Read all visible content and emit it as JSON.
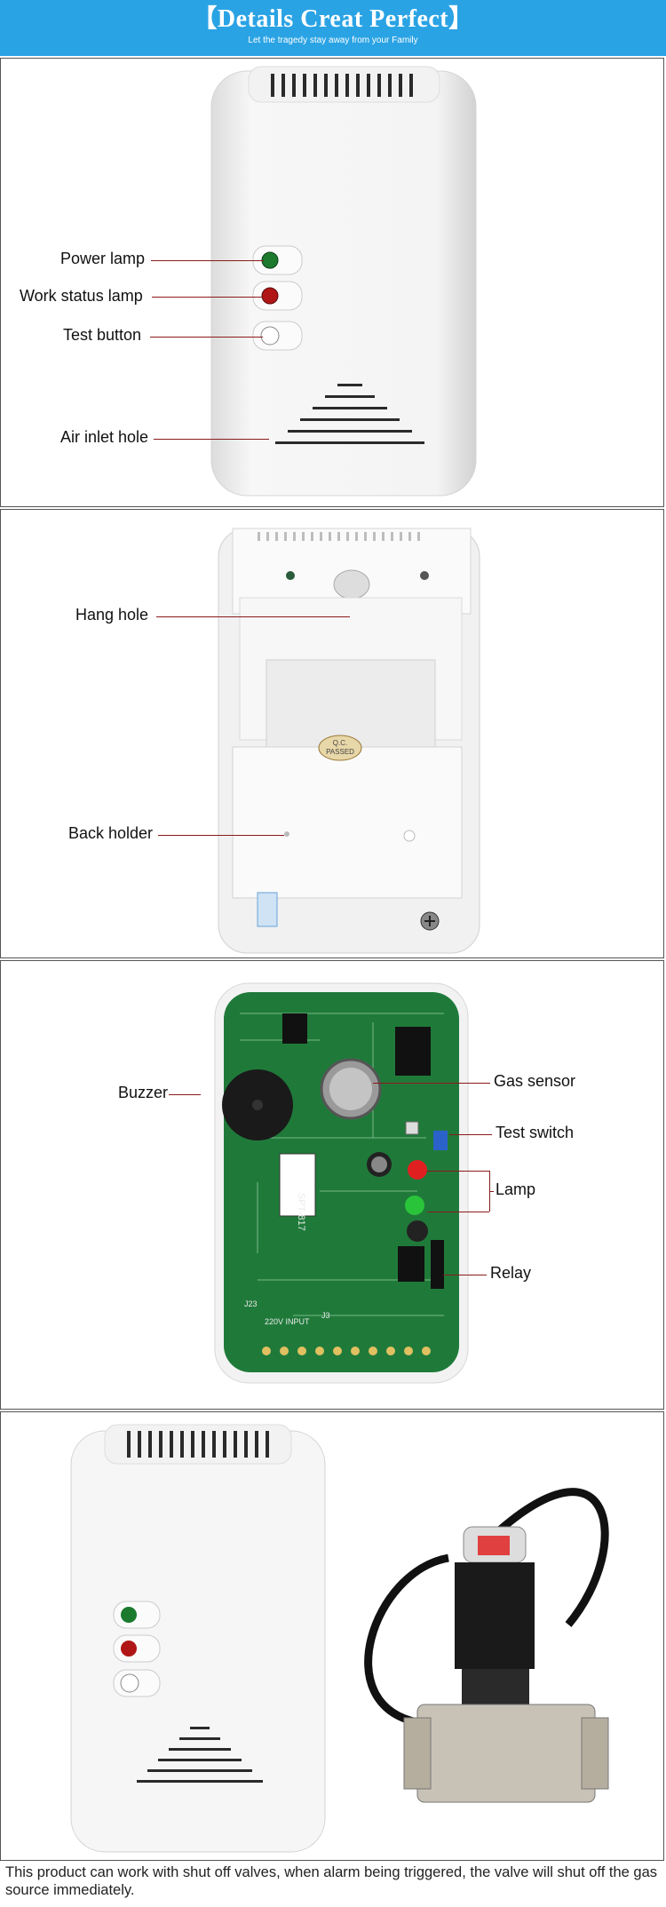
{
  "header": {
    "title": "【Details Creat Perfect】",
    "subtitle": "Let the tragedy stay away from your Family"
  },
  "panel1": {
    "power_lamp": "Power lamp",
    "work_status_lamp": "Work status lamp",
    "test_button": "Test button",
    "air_inlet_hole": "Air inlet hole"
  },
  "panel2": {
    "hang_hole": "Hang hole",
    "back_holder": "Back holder",
    "qc_line1": "Q.C.",
    "qc_line2": "PASSED"
  },
  "panel3": {
    "buzzer": "Buzzer",
    "gas_sensor": "Gas sensor",
    "test_switch": "Test switch",
    "lamp": "Lamp",
    "relay": "Relay",
    "pcb_model": "SPT-817",
    "pcb_input": "220V INPUT",
    "pcb_j23": "J23",
    "pcb_j3": "J3"
  },
  "footer": {
    "text": "This product can work with shut off valves, when alarm being triggered, the valve will shut off the gas source immediately."
  },
  "colors": {
    "header_bg": "#2aa3e4",
    "pcb_green": "#1f7a3a",
    "leader_line": "#8b1a1a"
  }
}
